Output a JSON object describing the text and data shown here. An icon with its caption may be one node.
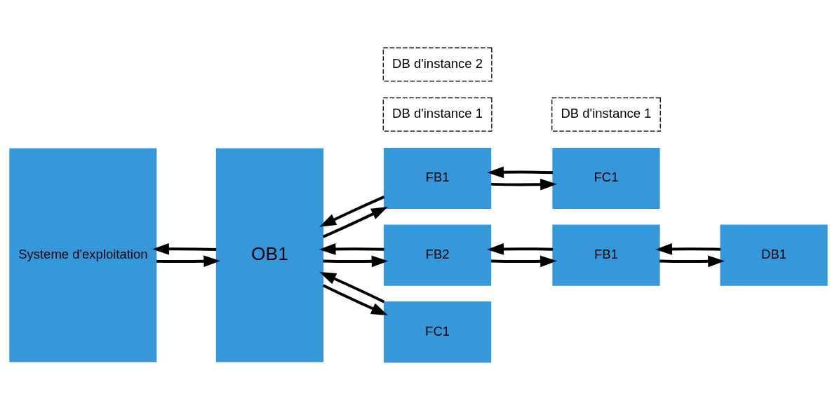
{
  "diagram": {
    "nodes": [
      {
        "text": [
          "Systeme d'exploitation"
        ]
      },
      {
        "text": [
          "OB1"
        ]
      },
      {
        "text": [
          "DB d'instance 1"
        ]
      },
      {
        "text": [
          "FB1"
        ]
      },
      {
        "text": [
          "FC1"
        ]
      },
      {
        "text": [
          "DB d'instance 2"
        ]
      },
      {
        "text": [
          "FB2"
        ]
      },
      {
        "text": [
          "DB d'instance 1"
        ]
      },
      {
        "text": [
          "FB1"
        ]
      },
      {
        "text": [
          "DB1"
        ]
      },
      {
        "text": [
          "FC1"
        ]
      }
    ],
    "edges": [
      {
        "from": 0,
        "to": 1,
        "arrow": "to"
      },
      {
        "from": 1,
        "to": 3,
        "arrow": "to"
      },
      {
        "from": 3,
        "to": 1,
        "arrow": "to"
      },
      {
        "from": 3,
        "to": 4,
        "arrow": "to"
      },
      {
        "from": 4,
        "to": 3,
        "arrow": "to"
      },
      {
        "from": 1,
        "to": 6,
        "arrow": "to"
      },
      {
        "from": 6,
        "to": 1,
        "arrow": "to"
      },
      {
        "from": 6,
        "to": 8,
        "arrow": "to"
      },
      {
        "from": 8,
        "to": 6,
        "arrow": "to"
      },
      {
        "from": 8,
        "to": 9,
        "arrow": "to"
      },
      {
        "from": 9,
        "to": 8,
        "arrow": "to"
      },
      {
        "from": 1,
        "to": 10,
        "arrow": "to"
      },
      {
        "from": 10,
        "to": 1,
        "arrow": "to"
      },
      {
        "from": 1,
        "to": 0,
        "arrow": "to"
      }
    ]
  }
}
